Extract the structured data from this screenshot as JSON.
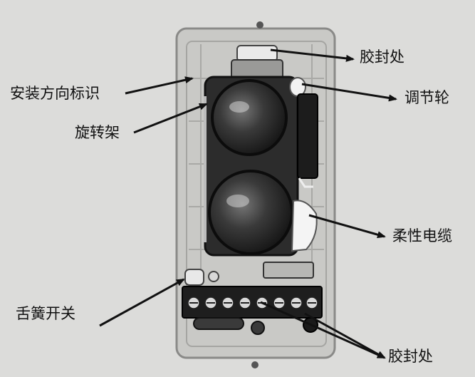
{
  "labels": {
    "seal_top": "胶封处",
    "orientation": "安装方向标识",
    "adjust_wheel": "调节轮",
    "rotating_frame": "旋转架",
    "flex_cable": "柔性电缆",
    "reed_switch": "舌簧开关",
    "seal_bottom": "胶封处"
  },
  "colors": {
    "background": "#dcdcda",
    "housing": "#c9c9c6",
    "lens": "#2a2a2a",
    "arrow": "#111111"
  }
}
